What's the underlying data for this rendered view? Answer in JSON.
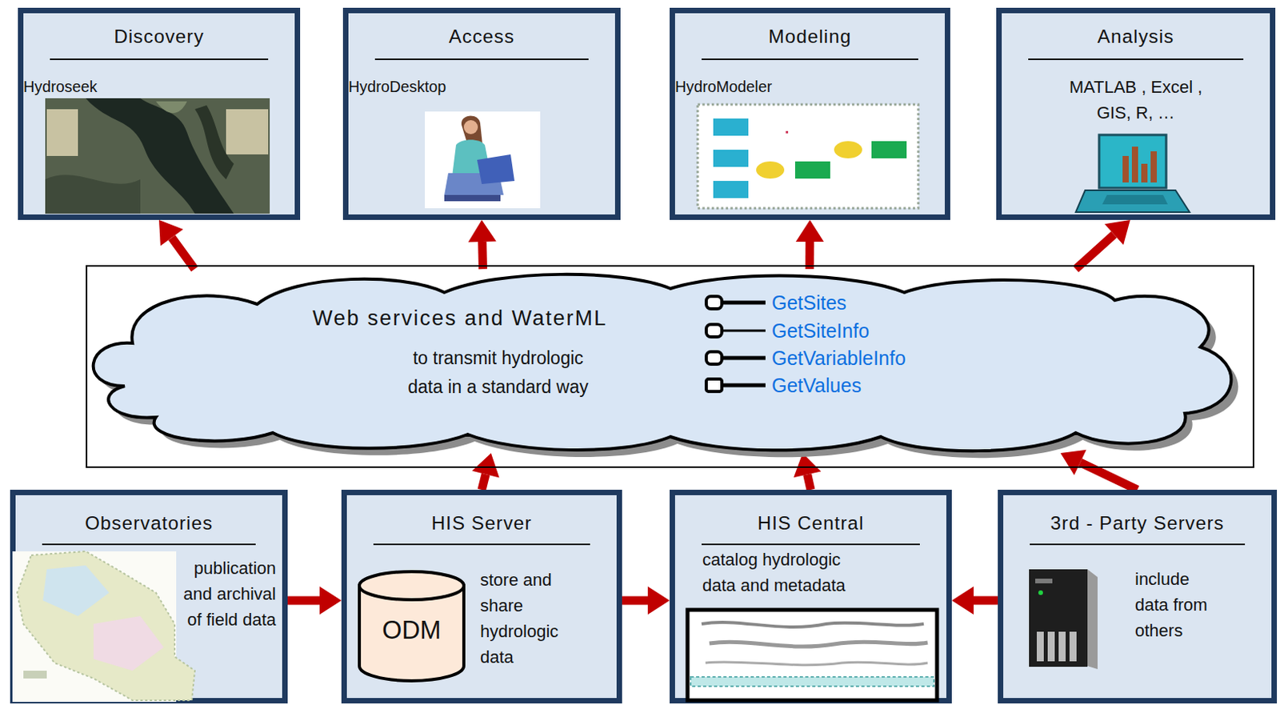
{
  "diagram": {
    "nodes": [
      {
        "text": [
          "Discovery",
          "Hydroseek"
        ]
      },
      {
        "text": [
          "Access",
          "HydroDesktop"
        ]
      },
      {
        "text": [
          "Modeling",
          "HydroModeler"
        ]
      },
      {
        "text": [
          "Analysis",
          "MATLAB , Excel , GIS, R, …"
        ]
      },
      {
        "text": [
          "Web services and WaterML",
          "to transmit hydrologic data in a standard way",
          "GetSites",
          "GetSiteInfo",
          "GetVariableInfo",
          "GetValues"
        ]
      },
      {
        "text": [
          "Observatories",
          "publication and archival of field data"
        ]
      },
      {
        "text": [
          "HIS Server",
          "store and share hydrologic data"
        ]
      },
      {
        "text": [
          "ODM"
        ],
        "in": 6
      },
      {
        "text": [
          "HIS Central",
          "catalog hydrologic data and metadata"
        ]
      },
      {
        "text": [
          "3rd - Party Servers",
          "include data from others"
        ]
      }
    ],
    "edges": [
      {
        "from": 4,
        "to": 0,
        "arrow": "to"
      },
      {
        "from": 4,
        "to": 1,
        "arrow": "to"
      },
      {
        "from": 4,
        "to": 2,
        "arrow": "to"
      },
      {
        "from": 4,
        "to": 3,
        "arrow": "to"
      },
      {
        "from": 6,
        "to": 4,
        "arrow": "to"
      },
      {
        "from": 8,
        "to": 4,
        "arrow": "to"
      },
      {
        "from": 9,
        "to": 4,
        "arrow": "to"
      },
      {
        "from": 5,
        "to": 6,
        "arrow": "to"
      },
      {
        "from": 6,
        "to": 8,
        "arrow": "to"
      },
      {
        "from": 9,
        "to": 8,
        "arrow": "to"
      }
    ]
  }
}
